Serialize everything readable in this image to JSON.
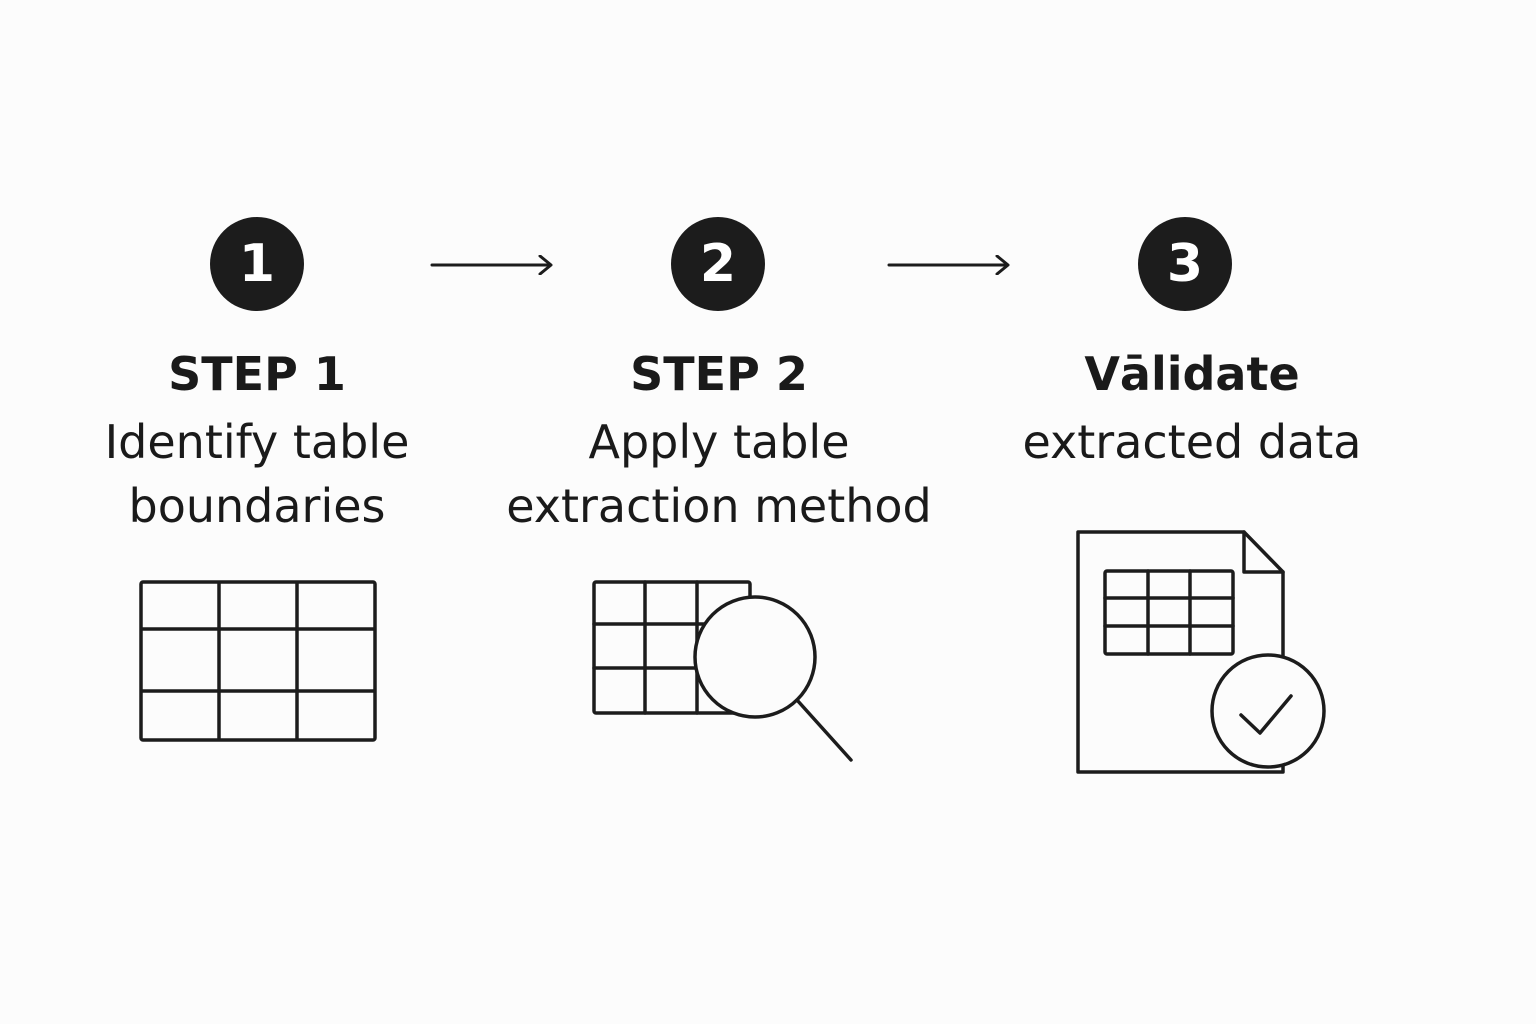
{
  "steps": [
    {
      "badge": "1",
      "title": "STEP 1",
      "description_lines": [
        "Identify table",
        "boundaries"
      ],
      "icon": "table-grid-icon"
    },
    {
      "badge": "2",
      "title": "STEP 2",
      "description_lines": [
        "Apply table",
        "extraction method"
      ],
      "icon": "table-magnifier-icon"
    },
    {
      "badge": "3",
      "title": "Vālidate",
      "description_lines": [
        "extracted data"
      ],
      "icon": "document-check-icon"
    }
  ],
  "connectors": [
    "arrow-right-icon",
    "arrow-right-icon"
  ],
  "colors": {
    "background": "#fcfcfc",
    "ink": "#1c1c1c",
    "badge_text": "#ffffff"
  }
}
